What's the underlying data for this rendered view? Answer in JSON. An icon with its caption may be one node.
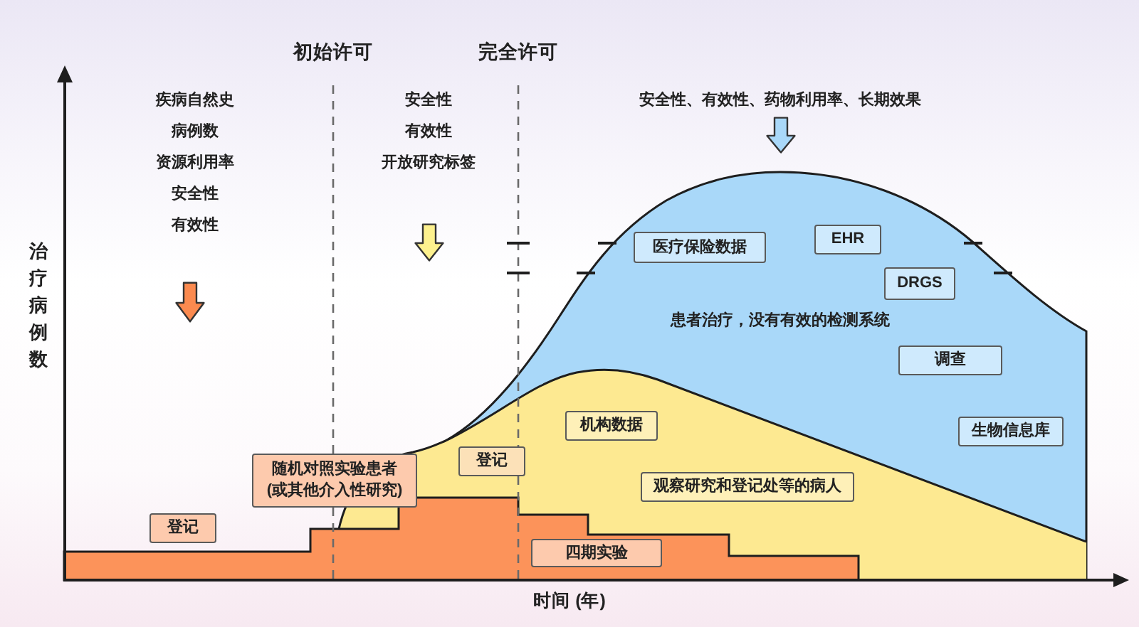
{
  "diagram": {
    "nodes": [
      {
        "text": [
          "医疗保险数据"
        ]
      },
      {
        "text": [
          "EHR"
        ]
      },
      {
        "text": [
          "DRGS"
        ]
      },
      {
        "text": [
          "调查"
        ]
      },
      {
        "text": [
          "机构数据"
        ]
      },
      {
        "text": [
          "生物信息库"
        ]
      },
      {
        "text": [
          "登记"
        ]
      },
      {
        "text": [
          "随机对照实验患者(或其他介入性研究)"
        ]
      },
      {
        "text": [
          "观察研究和登记处等的病人"
        ]
      },
      {
        "text": [
          "登记"
        ]
      },
      {
        "text": [
          "四期实验"
        ]
      }
    ],
    "labels": [
      "初始许可",
      "完全许可",
      "疾病自然史",
      "病例数",
      "资源利用率",
      "安全性",
      "有效性",
      "安全性",
      "有效性",
      "开放研究标签",
      "安全性、有效性、药物利用率、长期效果",
      "治疗病例数",
      "患者治疗，没有有效的检测系统",
      "时间 (年)"
    ]
  }
}
